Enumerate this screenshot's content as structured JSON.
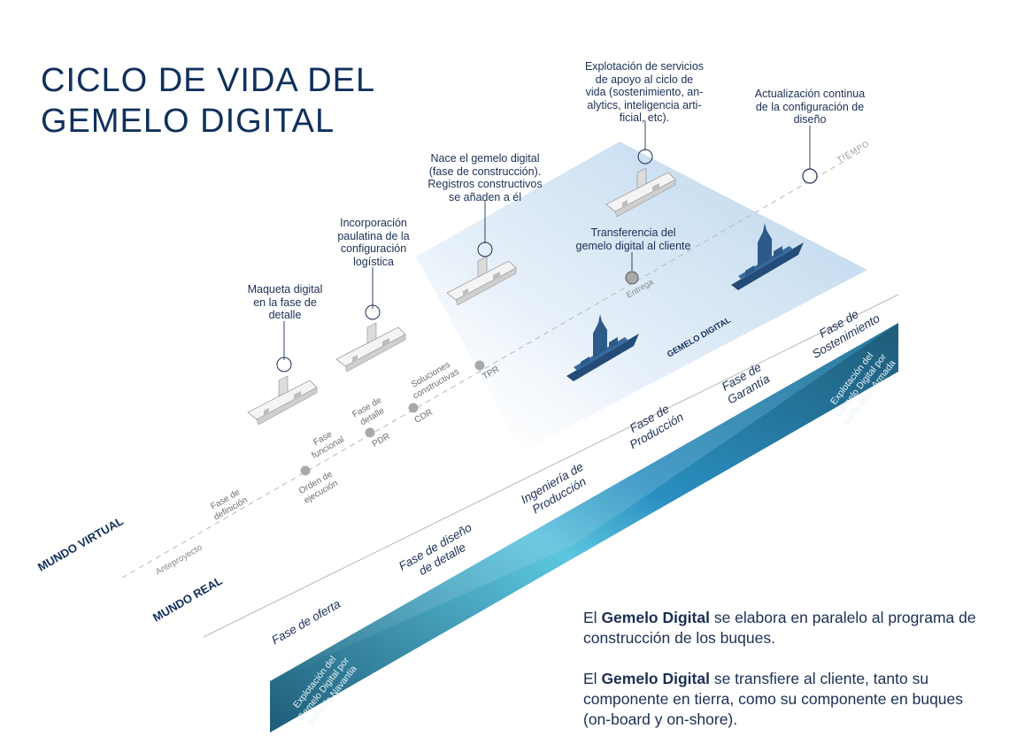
{
  "title": {
    "line1": "CICLO DE VIDA DEL",
    "line2": "GEMELO DIGITAL"
  },
  "annotations": {
    "maqueta": [
      "Maqueta digital",
      "en la fase de",
      "detalle"
    ],
    "incorporacion": [
      "Incorporación",
      "paulatina de la",
      "configuración",
      "logística"
    ],
    "nace": [
      "Nace el gemelo digital",
      "(fase de construcción).",
      "Registros constructivos",
      "se añaden a él"
    ],
    "explotacion": [
      "Explotación de servicios",
      "de apoyo al ciclo de",
      "vida (sostenimiento, an-",
      "alytics, inteligencia arti-",
      "ficial, etc)."
    ],
    "actualizacion": [
      "Actualización continua",
      "de la configuración de",
      "diseño"
    ],
    "transferencia": [
      "Transferencia del",
      "gemelo digital al cliente"
    ]
  },
  "timeline": {
    "tiempo": "TIEMPO",
    "anteproyecto": "Anteproyecto",
    "entrega": "Entrega",
    "virtual_phases": [
      {
        "lines": [
          "Fase de",
          "definición"
        ]
      },
      {
        "lines": [
          "Fase",
          "funcional"
        ]
      },
      {
        "lines": [
          "Fase de",
          "detalle"
        ]
      },
      {
        "lines": [
          "Soluciones",
          "constructivas"
        ]
      }
    ],
    "milestones": [
      {
        "lines": [
          "Orden de",
          "ejecución"
        ]
      },
      {
        "lines": [
          "PDR"
        ]
      },
      {
        "lines": [
          "CDR"
        ]
      },
      {
        "lines": [
          "TPR"
        ]
      }
    ]
  },
  "labels": {
    "mundo_virtual": "MUNDO VIRTUAL",
    "mundo_real": "MUNDO REAL",
    "gemelo_digital_plane": "GEMELO DIGITAL"
  },
  "real_phases": [
    {
      "lines": [
        "Fase de oferta"
      ]
    },
    {
      "lines": [
        "Fase de diseño",
        "de detalle"
      ]
    },
    {
      "lines": [
        "Ingeniería de",
        "Producción"
      ]
    },
    {
      "lines": [
        "Fase de",
        "Producción"
      ]
    },
    {
      "lines": [
        "Fase de",
        "Garantía"
      ]
    },
    {
      "lines": [
        "Fase de",
        "Sostenimiento"
      ]
    }
  ],
  "exploitation": {
    "navantia": [
      "Explotación del",
      "Gemelo Digital por",
      "parte de Navantia"
    ],
    "armada": [
      "Explotación del",
      "Gemelo Digital por",
      "parte de la Armada"
    ]
  },
  "description": {
    "p1": {
      "pre": "El ",
      "bold": "Gemelo Digital",
      "post": " se elabora en paralelo al programa de construcción de los buques."
    },
    "p2": {
      "pre": "El ",
      "bold": "Gemelo Digital",
      "post": "  se transfiere al cliente, tanto su componente en tierra, como su componente en  buques (on-board y on-shore)."
    }
  },
  "colors": {
    "navy": "#10305c",
    "text": "#1b2f55",
    "plane_light": "#dbe9f6",
    "ribbon_dark": "#1f5c78",
    "ribbon_mid": "#2aa0c8",
    "ribbon_light": "#7fd6ea",
    "milestone_dot": "#a9a9a9",
    "ship": "#2e5a8a"
  },
  "icons": {
    "ship": "ship-icon",
    "model": "ship-block-model-icon",
    "magnifier": "magnifier-icon"
  }
}
